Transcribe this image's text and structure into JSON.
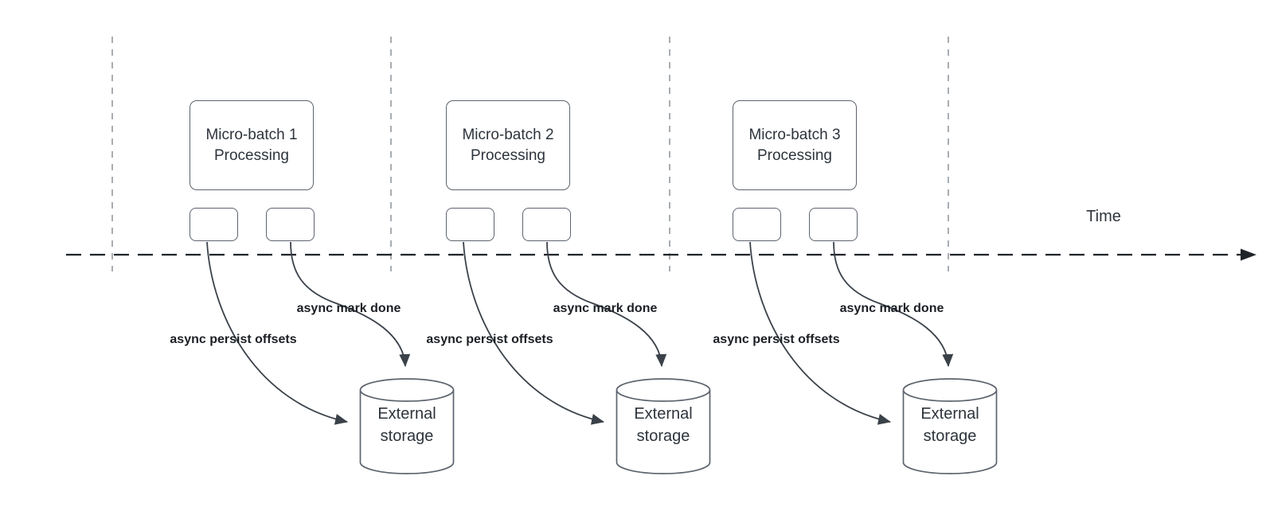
{
  "diagram": {
    "time_axis_label": "Time",
    "colors": {
      "background": "#ffffff",
      "shape_border": "#5d646d",
      "arrow_stroke": "#3a4149",
      "timeline_stroke": "#20242a",
      "gridline_stroke": "#a8adb2",
      "text": "#2e343c",
      "bold_label_text": "#1b1f24"
    },
    "icons": {
      "storage": "database-cylinder-icon",
      "time_axis": "dashed-arrow-right-icon"
    },
    "groups": [
      {
        "box_label": "Micro-batch 1\nProcessing",
        "persist_label": "async persist offsets",
        "done_label": "async mark done",
        "storage_label": "External\nstorage"
      },
      {
        "box_label": "Micro-batch 2\nProcessing",
        "persist_label": "async persist offsets",
        "done_label": "async mark done",
        "storage_label": "External\nstorage"
      },
      {
        "box_label": "Micro-batch 3\nProcessing",
        "persist_label": "async persist offsets",
        "done_label": "async mark done",
        "storage_label": "External\nstorage"
      }
    ]
  }
}
